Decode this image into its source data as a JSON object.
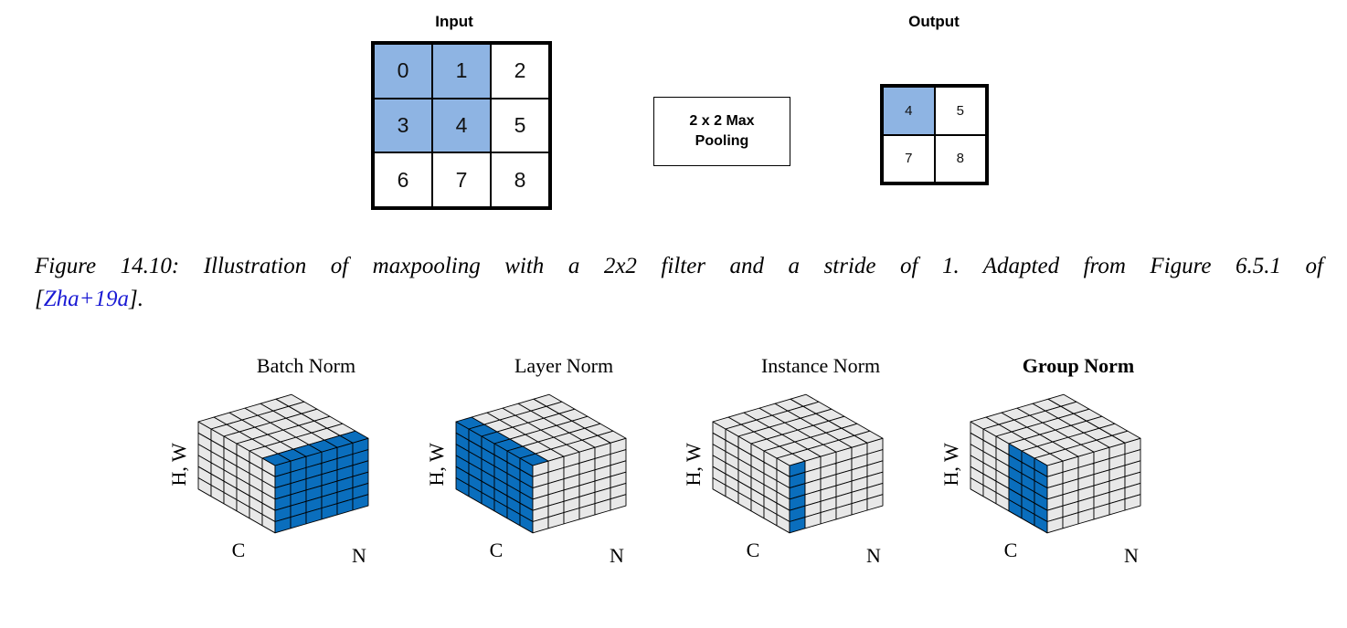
{
  "maxpool": {
    "input_title": "Input",
    "output_title": "Output",
    "input_values": [
      "0",
      "1",
      "2",
      "3",
      "4",
      "5",
      "6",
      "7",
      "8"
    ],
    "input_highlight": [
      0,
      1,
      3,
      4
    ],
    "output_values": [
      "4",
      "5",
      "7",
      "8"
    ],
    "output_highlight": [
      0
    ],
    "operation_line1": "2 x 2 Max",
    "operation_line2": "Pooling",
    "highlight_color": "#8eb4e3"
  },
  "caption": {
    "text_line1": "Figure 14.10: Illustration of maxpooling with a 2x2 filter and a stride of 1. Adapted from Figure 6.5.1 of",
    "open": "[",
    "citation": "Zha+19a",
    "close": "].",
    "citation_color": "#1a1ad4"
  },
  "norms": {
    "fill_color": "#0a6ebd",
    "grey_color": "#e8e8e8",
    "axis_hw": "H, W",
    "axis_c": "C",
    "axis_n": "N",
    "panels": [
      {
        "title": "Batch Norm",
        "bold": false,
        "kind": "batch"
      },
      {
        "title": "Layer Norm",
        "bold": false,
        "kind": "layer"
      },
      {
        "title": "Instance Norm",
        "bold": false,
        "kind": "instance"
      },
      {
        "title": "Group Norm",
        "bold": true,
        "kind": "group"
      }
    ]
  }
}
